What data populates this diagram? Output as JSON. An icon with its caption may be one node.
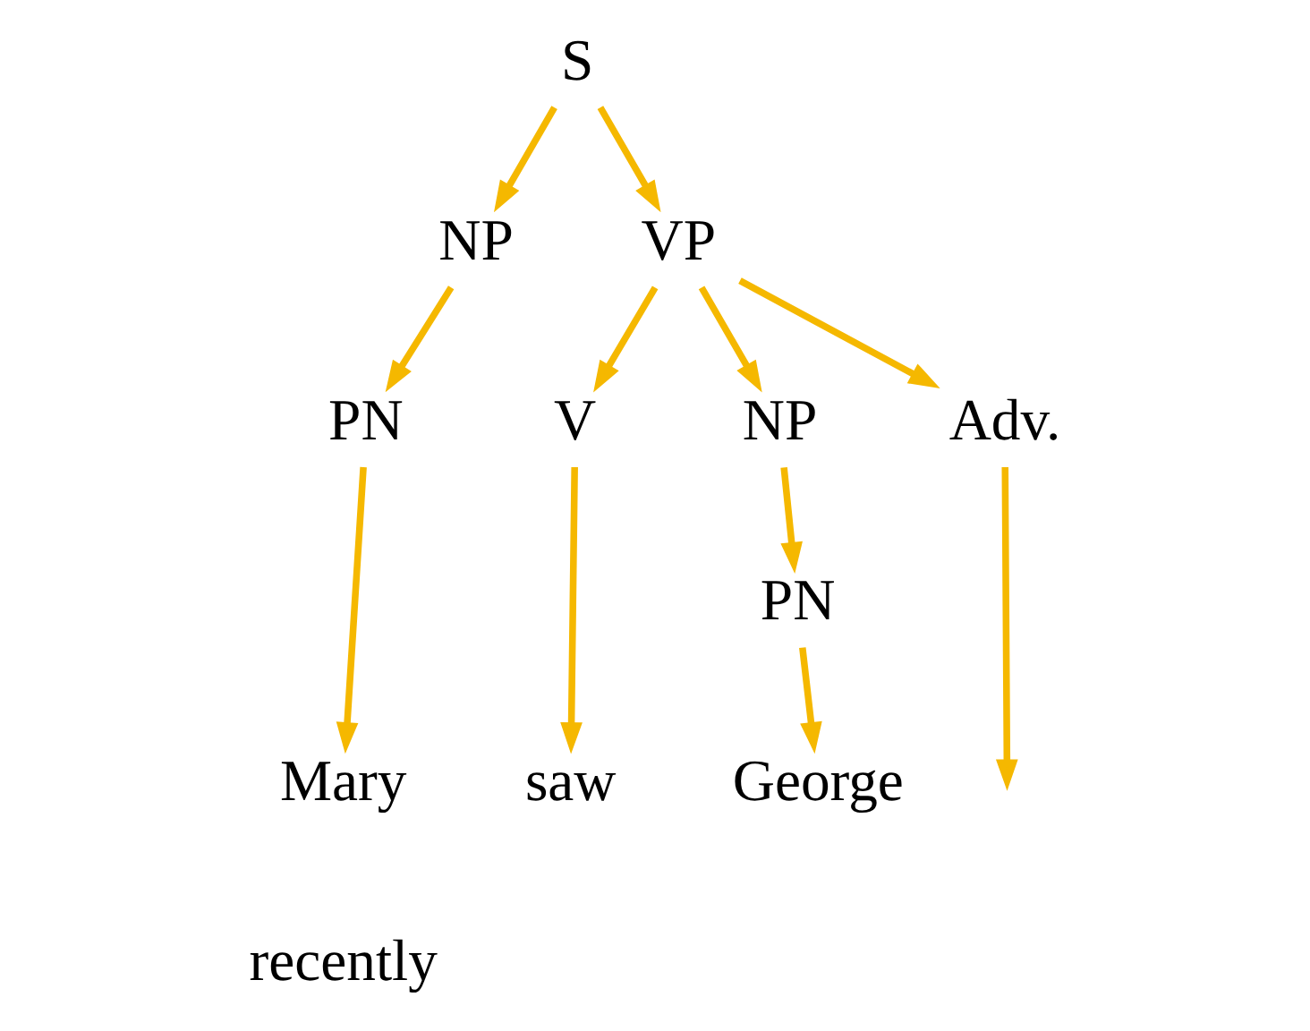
{
  "diagram": {
    "nodes": [
      {
        "text": [
          "S"
        ]
      },
      {
        "text": [
          "NP"
        ]
      },
      {
        "text": [
          "VP"
        ]
      },
      {
        "text": [
          "PN"
        ]
      },
      {
        "text": [
          "V"
        ]
      },
      {
        "text": [
          "NP"
        ]
      },
      {
        "text": [
          "Adv."
        ]
      },
      {
        "text": [
          "PN"
        ]
      },
      {
        "text": [
          "Mary"
        ]
      },
      {
        "text": [
          "saw"
        ]
      },
      {
        "text": [
          "George"
        ]
      }
    ],
    "edges": [
      {
        "from": 0,
        "to": 1,
        "arrow": "to"
      },
      {
        "from": 0,
        "to": 2,
        "arrow": "to"
      },
      {
        "from": 1,
        "to": 3,
        "arrow": "to"
      },
      {
        "from": 2,
        "to": 4,
        "arrow": "to"
      },
      {
        "from": 2,
        "to": 5,
        "arrow": "to"
      },
      {
        "from": 2,
        "to": 6,
        "arrow": "to"
      },
      {
        "from": 3,
        "to": 8,
        "arrow": "to"
      },
      {
        "from": 4,
        "to": 9,
        "arrow": "to"
      },
      {
        "from": 5,
        "to": 7,
        "arrow": "to"
      },
      {
        "from": 7,
        "to": 10,
        "arrow": "to"
      },
      {
        "from": 6,
        "to": null,
        "arrow": "to"
      }
    ],
    "labels": [
      "recently"
    ]
  }
}
